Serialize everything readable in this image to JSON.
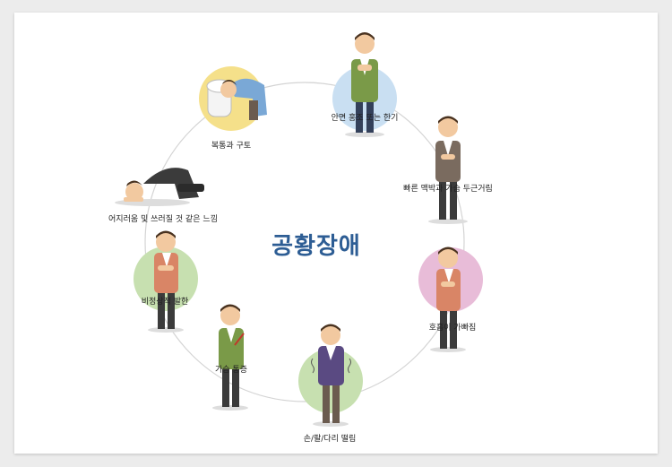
{
  "center_title": "공황장애",
  "symptoms": [
    {
      "id": "choking",
      "label": "안면 홍조 또는 한기"
    },
    {
      "id": "palpitation",
      "label": "빠른 맥박과 가슴 두근거림"
    },
    {
      "id": "breath",
      "label": "호흡이 가빠짐"
    },
    {
      "id": "trembling",
      "label": "손/팔/다리 떨림"
    },
    {
      "id": "chest",
      "label": "가슴 통증"
    },
    {
      "id": "unreal",
      "label": "비정상적 발한"
    },
    {
      "id": "dizzy",
      "label": "어지러움 및 쓰러질 것 같은 느낌"
    },
    {
      "id": "nausea",
      "label": "복통과 구토"
    }
  ],
  "colors": {
    "title": "#2d5d94",
    "circle_blue": "#c9dff2",
    "circle_pink": "#e8bcd8",
    "circle_green": "#c7e0b0",
    "circle_yellow": "#f5e08a"
  }
}
